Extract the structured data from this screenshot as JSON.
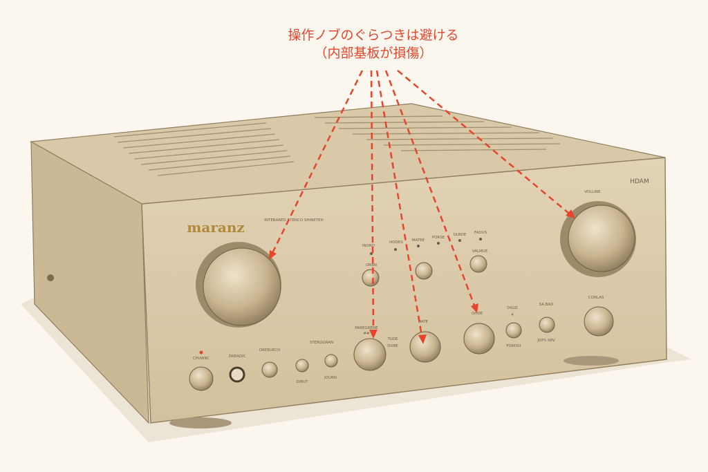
{
  "annotation": {
    "line1": "操作ノブのぐらつきは避ける",
    "line2": "（内部基板が損傷）",
    "color": "#e6452c"
  },
  "amplifier": {
    "brand_logo": "maranz",
    "model_text": "INTEBARED STENCO SHINETEH",
    "badge": "HDAM",
    "volume_label": "VOLLINE",
    "indicator_labels": [
      "INORD",
      "HODES",
      "MATEE",
      "PORSE",
      "DLBDE",
      "FADUS"
    ],
    "small_knob_labels": [
      "ORBN",
      "VALMUE"
    ],
    "lower_labels": [
      "PAREGRENE",
      "##",
      "TUDE",
      "DUBE",
      "DATE",
      "OHOE",
      "DIGIZ",
      "4",
      "SA.BAD",
      "FORDIU",
      "JDPS SRV",
      "CORLAS"
    ],
    "bottom_labels": [
      "CPUWRC",
      "DREADIC",
      "OREEUECH",
      "STERDGRAN",
      "DIBUT",
      "JOURN"
    ],
    "body_color": "#d8c7a6",
    "panel_color": "#dccbaa"
  }
}
